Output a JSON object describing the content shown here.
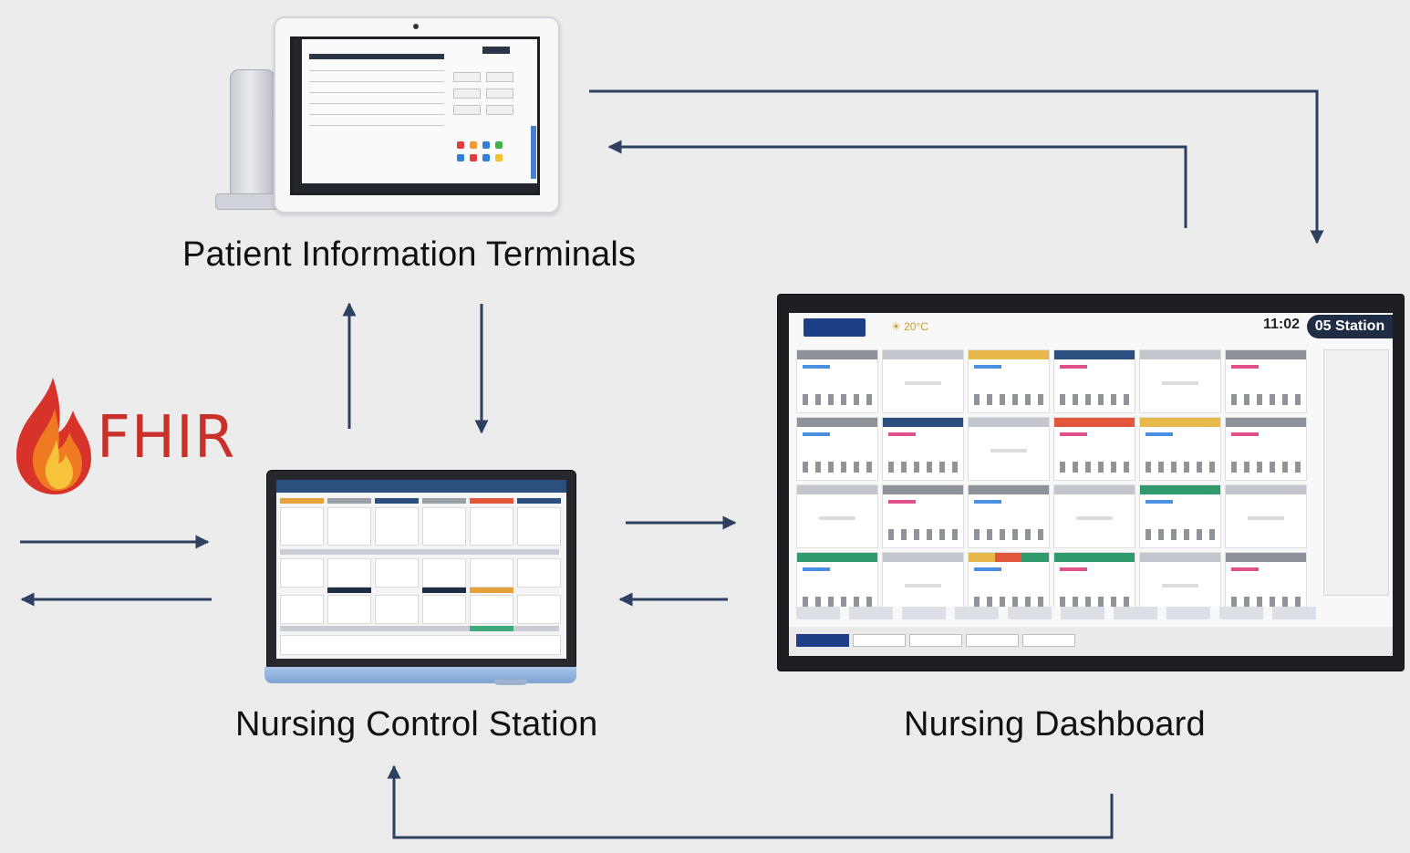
{
  "labels": {
    "terminals": "Patient Information Terminals",
    "control_station": "Nursing Control Station",
    "dashboard": "Nursing Dashboard"
  },
  "fhir_logo": {
    "text": "FHIR",
    "text_color": "#c8312a",
    "flame_colors": [
      "#f6c33a",
      "#ef7a22",
      "#d7332a"
    ]
  },
  "dashboard_screen": {
    "temperature": "20°C",
    "time": "11:02",
    "station": "05 Station"
  },
  "colors": {
    "arrow": "#2e4060",
    "background": "#ececec"
  }
}
